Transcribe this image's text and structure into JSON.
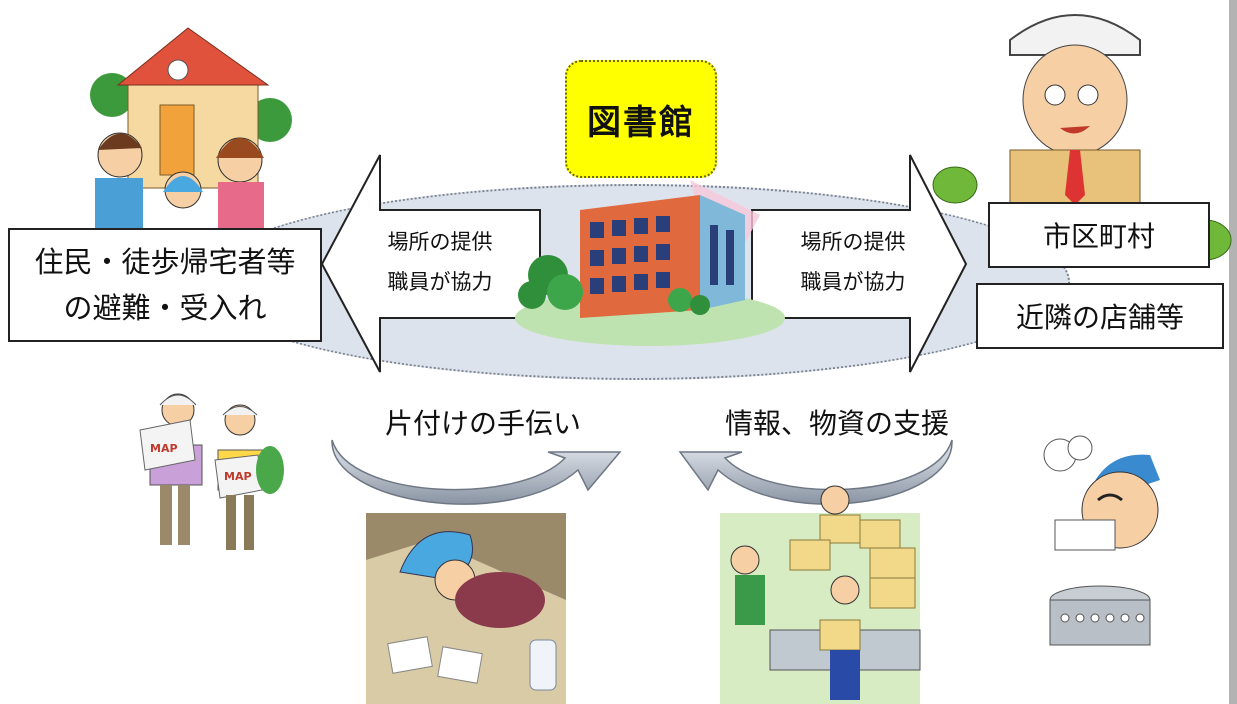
{
  "center": {
    "label": "図書館"
  },
  "left_arrow": {
    "line1": "場所の提供",
    "line2": "職員が協力"
  },
  "right_arrow": {
    "line1": "場所の提供",
    "line2": "職員が協力"
  },
  "residents_box": {
    "line1": "住民・徒歩帰宅者等",
    "line2": "の避難・受入れ"
  },
  "municipality_box": {
    "label": "市区町村"
  },
  "shops_box": {
    "label": "近隣の店舗等"
  },
  "cleanup_label": "片付けの手伝い",
  "supply_label": "情報、物資の支援",
  "map_text": "MAP",
  "colors": {
    "ellipse": "#dde3ec",
    "library_box": "#ffff00",
    "arrow_fill": "#ffffff",
    "curve_arrow": "#a9b1bd"
  },
  "illustrations": [
    "house-family-illustration",
    "construction-worker-illustration",
    "map-hikers-illustration",
    "cleaning-woman-illustration",
    "delivery-workers-illustration",
    "cooking-woman-illustration",
    "library-building-illustration"
  ]
}
